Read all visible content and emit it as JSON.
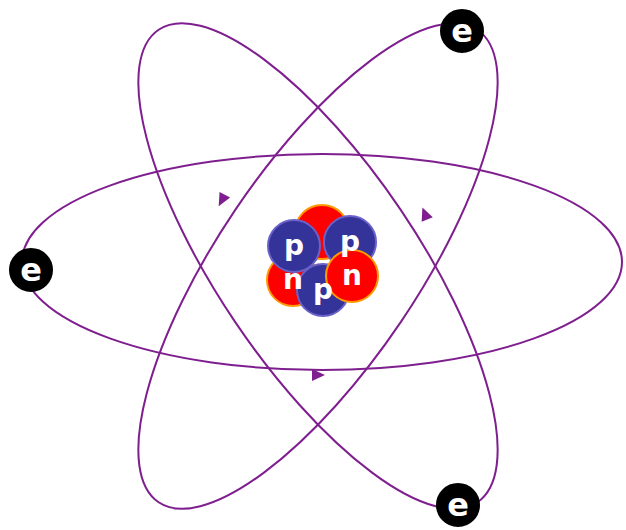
{
  "diagram": {
    "nodes": [
      {
        "text": [
          "e"
        ]
      },
      {
        "text": [
          "p"
        ]
      },
      {
        "text": [
          "p"
        ]
      },
      {
        "text": [
          "e"
        ]
      },
      {
        "text": [
          "n"
        ]
      },
      {
        "text": [
          "n"
        ]
      },
      {
        "text": [
          "p"
        ]
      },
      {
        "text": [
          "e"
        ]
      }
    ]
  }
}
